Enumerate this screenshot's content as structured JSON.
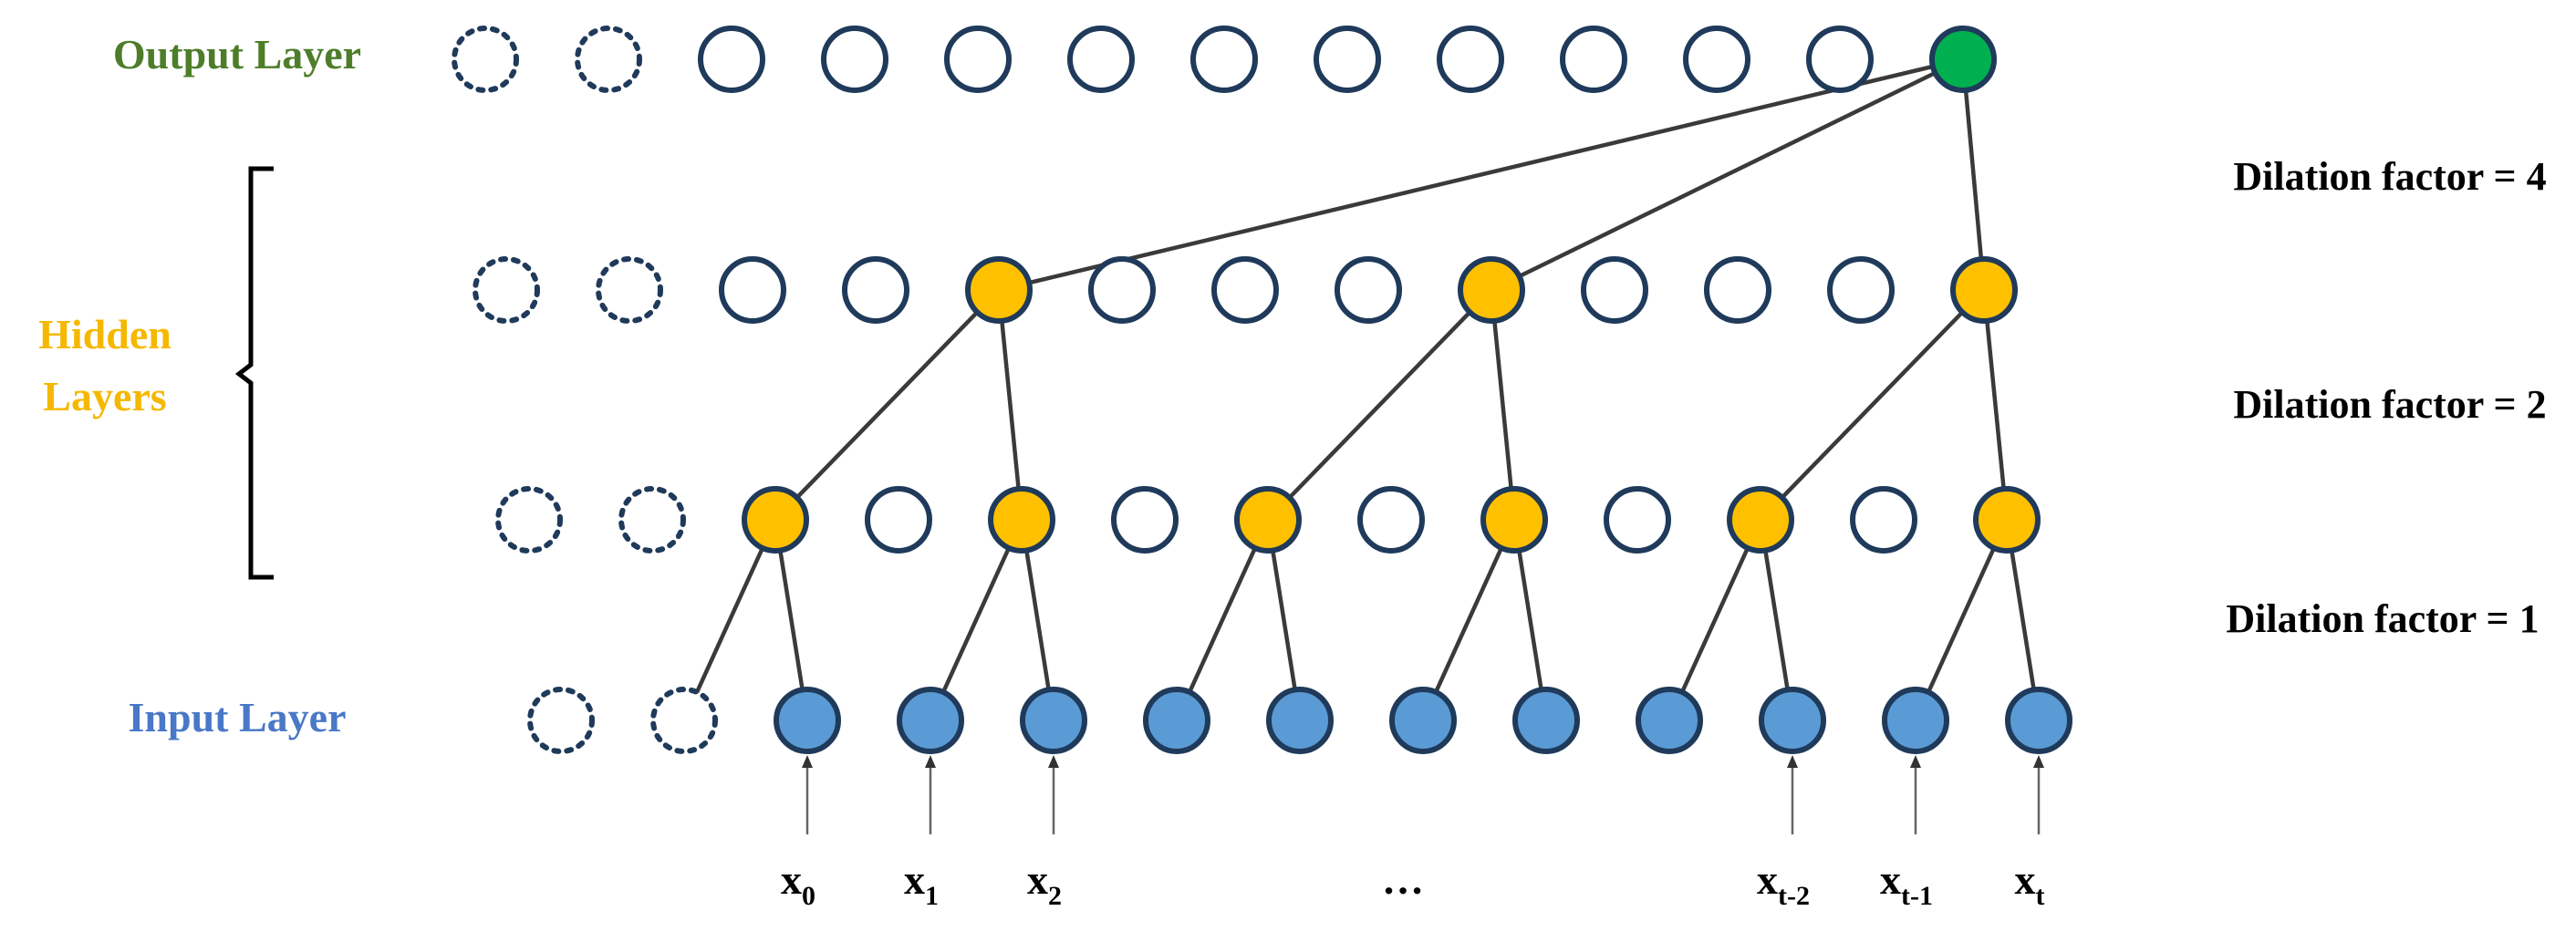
{
  "labels": {
    "output_layer": "Output Layer",
    "hidden_layers_line1": "Hidden",
    "hidden_layers_line2": "Layers",
    "input_layer": "Input Layer"
  },
  "dilation": {
    "top": "Dilation factor = 4",
    "middle": "Dilation factor = 2",
    "bottom": "Dilation factor = 1"
  },
  "inputs": [
    {
      "base": "x",
      "sub": "0"
    },
    {
      "base": "x",
      "sub": "1"
    },
    {
      "base": "x",
      "sub": "2"
    },
    {
      "base": "…",
      "sub": ""
    },
    {
      "base": "x",
      "sub": "t-2"
    },
    {
      "base": "x",
      "sub": "t-1"
    },
    {
      "base": "x",
      "sub": "t"
    }
  ],
  "colors": {
    "output_label": "#4e7d2a",
    "hidden_label": "#f5b800",
    "input_label": "#4a78c8",
    "output_node": "#00b050",
    "hidden_node": "#ffc000",
    "input_node": "#5b9bd5",
    "node_stroke": "#1f3a5a"
  }
}
